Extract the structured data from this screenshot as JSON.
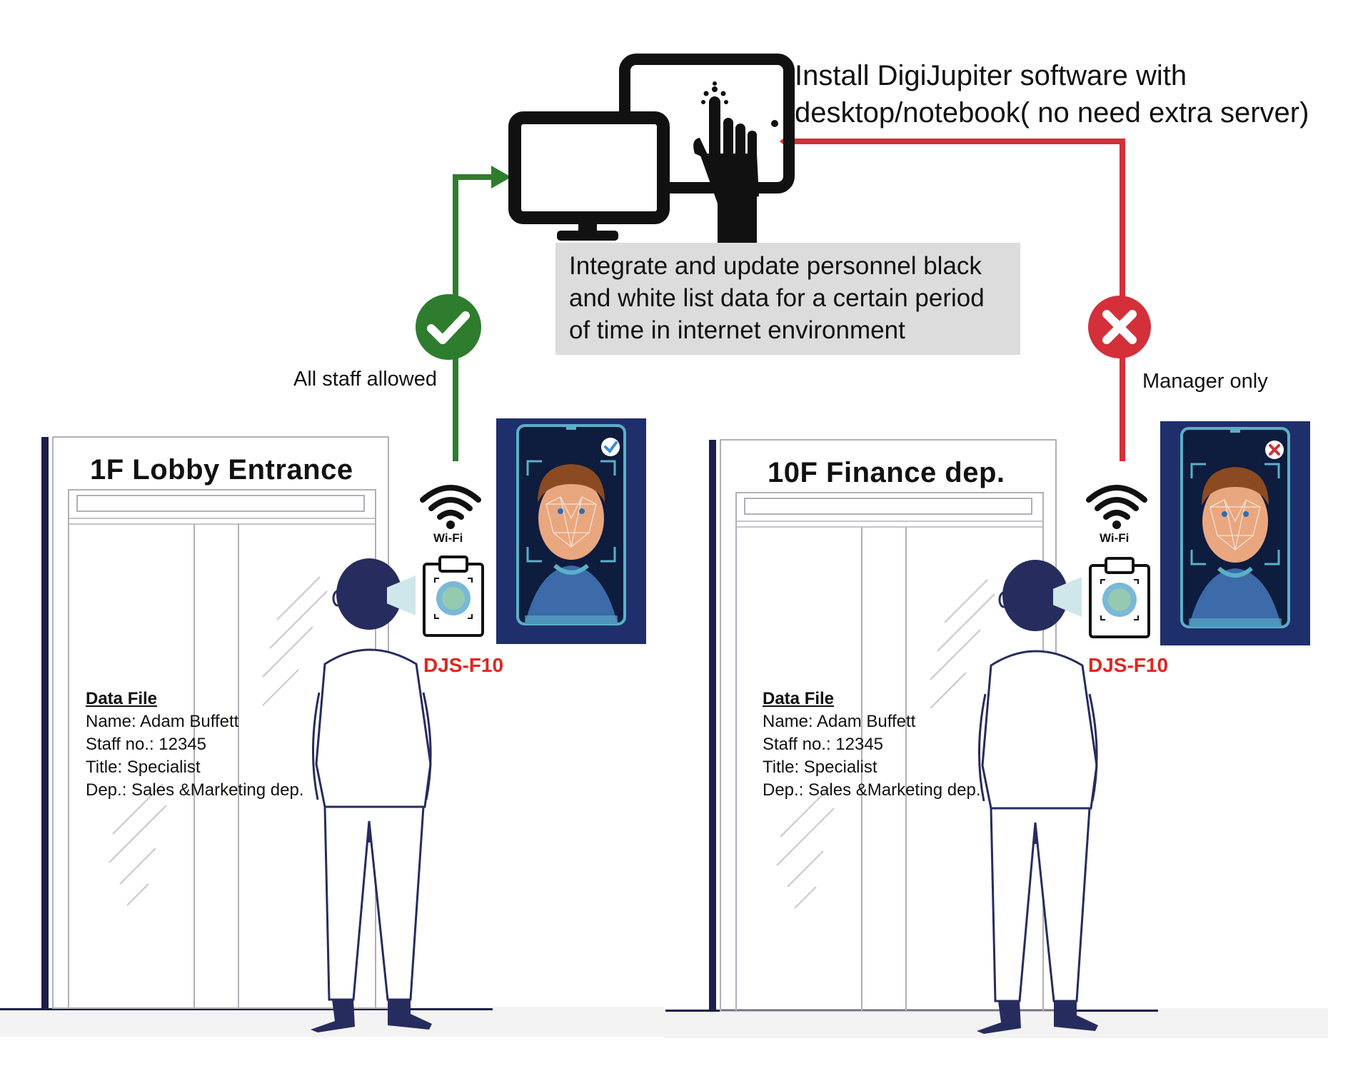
{
  "software": {
    "line1": "Install DigiJupiter software  with",
    "line2": "desktop/notebook( no need extra server)"
  },
  "integration_note": "Integrate and update personnel black and white list data for a certain period of time in internet environment",
  "left": {
    "rule_label": "All staff allowed",
    "status_icon": "check-circle-icon",
    "room_title": "1F Lobby Entrance",
    "wifi_label": "Wi-Fi",
    "device_label": "DJS-F10",
    "data_file": {
      "title": "Data File",
      "name": "Name: Adam Buffett",
      "staff_no": "Staff no.:  12345",
      "job_title": "Title: Specialist",
      "department": "Dep.: Sales &Marketing dep."
    }
  },
  "right": {
    "rule_label": "Manager only",
    "status_icon": "x-circle-icon",
    "room_title": "10F Finance dep.",
    "wifi_label": "Wi-Fi",
    "device_label": "DJS-F10",
    "data_file": {
      "title": "Data File",
      "name": "Name: Adam Buffett",
      "staff_no": "Staff no.:  12345",
      "job_title": "Title: Specialist",
      "department": "Dep.: Sales &Marketing dep."
    }
  },
  "colors": {
    "allow": "#2e7d2e",
    "deny": "#d3303a",
    "screen_bg": "#1f2f6b",
    "device_label": "#e0261f",
    "note_bg": "#dcdcdc"
  }
}
